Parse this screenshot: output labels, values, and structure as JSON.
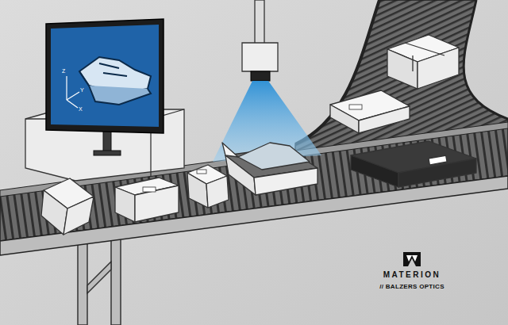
{
  "diagram": {
    "labels": [
      "Z",
      "Y",
      "X",
      "MATERION",
      "// BALZERS OPTICS"
    ]
  }
}
